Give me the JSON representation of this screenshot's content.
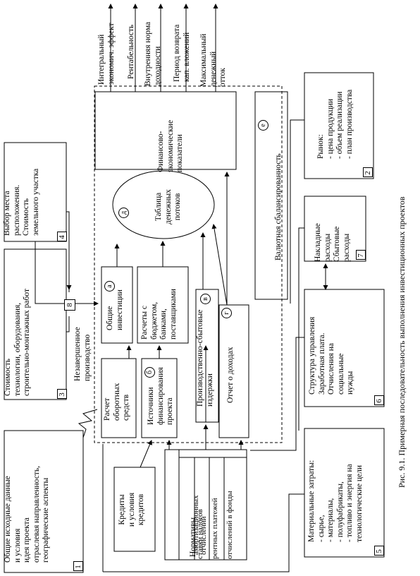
{
  "caption": "Рис. 9.1. Примерная последовательность выполнения инвестиционных проектов",
  "outputs": [
    "Интегральный\nэкономич. эффект",
    "Рентабельность",
    "Внутренняя норма\nдоходности",
    "Период возврата\nкап. вложений",
    "Максимальный\nденежный\nотток"
  ],
  "boxes": {
    "general_data": "Общие исходные данные\nи условия\nидея проекта\nотраслевая направленность,\nгеографические аспекты",
    "site": "Выбор места\nрасположения.\nСтоимость\nземельного участка",
    "tech_cost": "Стоимость\nтехнологии, оборудования,\nстроительно-монтажных работ",
    "unfinished": "Незавершенное\nпроизводство",
    "credits": "Кредиты\nи условия\nкредитов",
    "norms_title": "Нормативы",
    "norms_items": [
      "амортизационных\nотчислений",
      "ставки налогов",
      "рентных платежей",
      "отчислений в фонды"
    ],
    "materials": "Материальные затраты:\n- сырье,\n- материалы,\n- полуфабрикаты,\n- топливо и энергия на\nтехнологические цели",
    "structure": "Структура управления\nЗаработная плата.\nОтчисления на\nсоциальные\nнужды",
    "overheads": "Накладные\nрасходы\nСбытовые\nрасходы",
    "market": "Рынок:\n- цена продукции\n- объем реализации\n- план производства",
    "working_capital": "Расчет\nоборотных\nсредств",
    "sources": "Источники\nфинансирования\nпроекта",
    "investments": "Общие\nинвестиции",
    "settlements": "Расчеты с\nбюджетом,\nбанками,\nпоставщиками",
    "production_costs": "Производственно-сбытовые\nиздержки",
    "income_report": "Отчет о доходах",
    "cash_flow": "Таблица\nденежных\nпотоков",
    "indicators": "Финансово-\nэкономические\nпоказатели",
    "currency": "Валютная сбалансированность"
  },
  "numbers": {
    "n1": "1",
    "n2": "2",
    "n3": "3",
    "n4": "4",
    "n5": "5",
    "n6": "6",
    "n7": "7",
    "n8": "8"
  },
  "letters": {
    "a": "а",
    "b": "б",
    "v": "в",
    "g": "г",
    "d": "д",
    "e": "е"
  }
}
